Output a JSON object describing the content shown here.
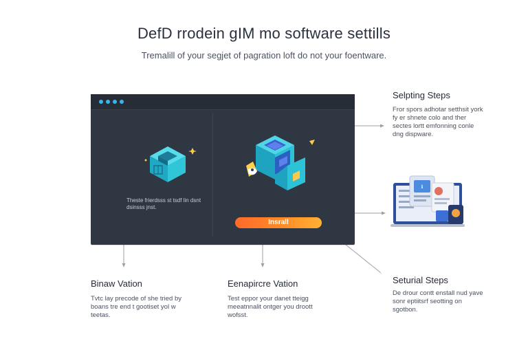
{
  "header": {
    "title": "DefD rrodein gIM mo software settills",
    "subtitle": "Tremalill of your segjet of pagration loft do not your foentware."
  },
  "window": {
    "left_caption": "Theste frierdsss st tsdf lin dsnt dsinsss jnst.",
    "install_label": "Insrall"
  },
  "side_panels": [
    {
      "title": "Selpting Steps",
      "text": "Fror spors adhotar setthsit york fy er shnete colo and ther sectes lortt emfonning conle dng dispware."
    },
    {
      "title": "Seturial Steps",
      "text": "De drour contt enstall nud yave sonr eptiitsrf seotting on sgotbon."
    }
  ],
  "bottom_panels": [
    {
      "title": "Binaw Vation",
      "text": "Tvtc lay precode of she tried by boans tre end t gootiset yol w teetas."
    },
    {
      "title": "Eenapircre Vation",
      "text": "Test eppor your danet tteigg meeatnnalit ontger you droott wofsst."
    }
  ],
  "icons": {
    "window_dots": [
      "window-dot-icon",
      "window-dot-icon",
      "window-dot-icon",
      "window-dot-icon"
    ],
    "left_illustration": "cube-package-icon",
    "right_illustration": "isometric-server-icon",
    "device_illustration": "laptop-devices-icon"
  },
  "colors": {
    "window_bg": "#2f3743",
    "accent_blue": "#38b6ea",
    "cube_teal": "#2fc6d8",
    "install_gradient_start": "#ff6a2b",
    "install_gradient_end": "#ffb133"
  }
}
